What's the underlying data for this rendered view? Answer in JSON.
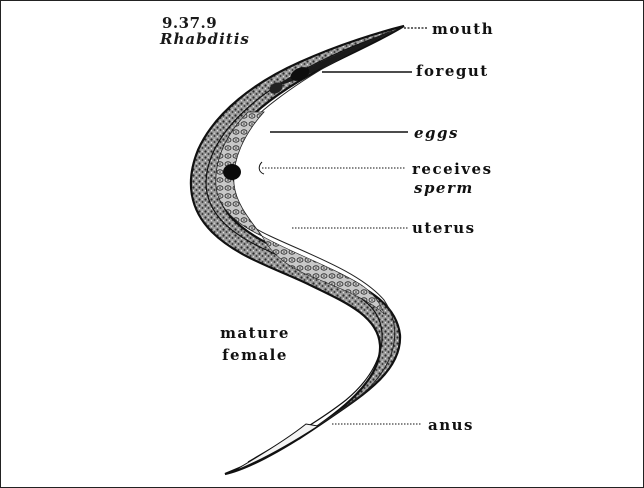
{
  "figure": {
    "plate_number": "9.37.9",
    "genus": "Rhabditis",
    "stage": {
      "line1": "mature",
      "line2": "female"
    }
  },
  "labels": {
    "mouth": "mouth",
    "foregut": "foregut",
    "eggs": "eggs",
    "receives_line1": "receives",
    "receives_line2": "sperm",
    "uterus": "uterus",
    "anus": "anus"
  }
}
